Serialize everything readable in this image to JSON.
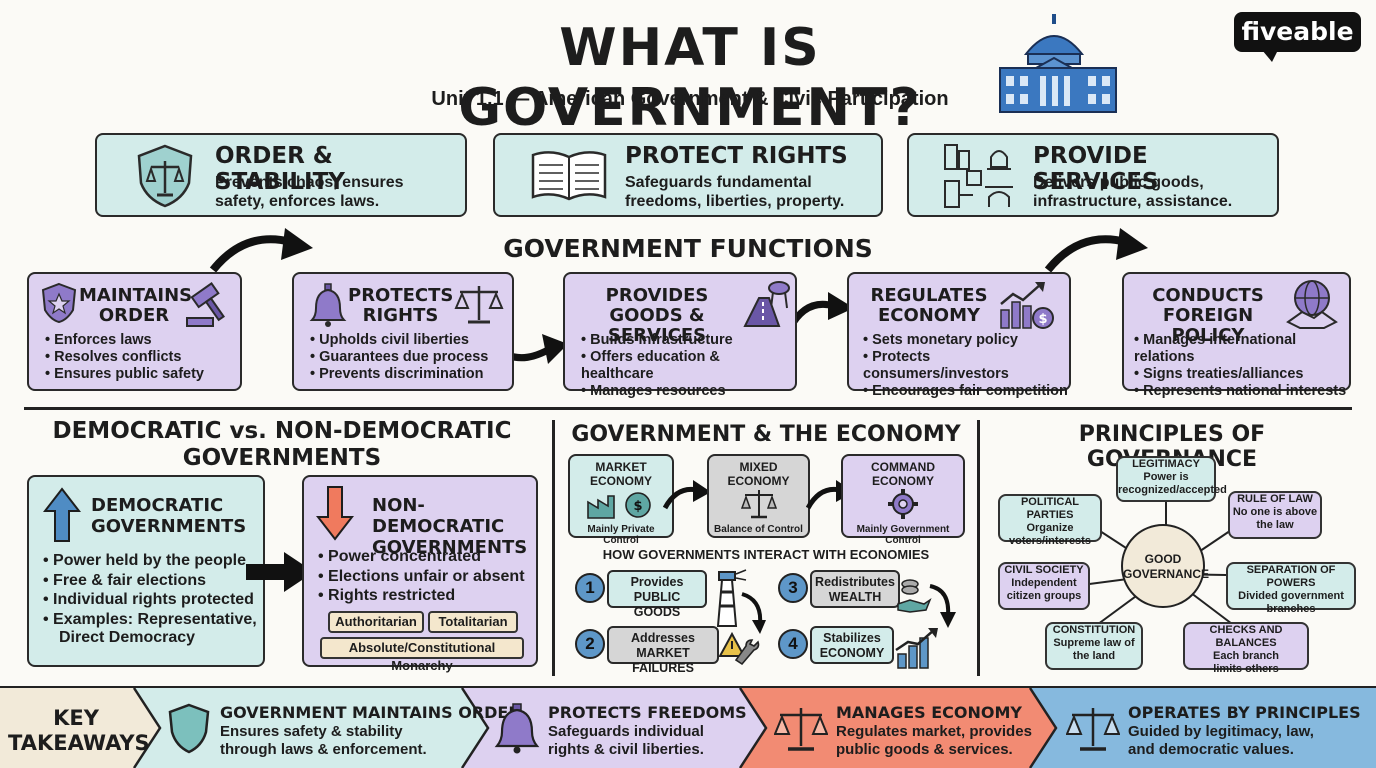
{
  "header": {
    "title": "WHAT IS GOVERNMENT?",
    "subtitle": "Unit 1.1 — American Government & Civic Participation",
    "logo": "fiveable"
  },
  "top_boxes": [
    {
      "title": "ORDER & STABILITY",
      "desc1": "Prevents chaos, ensures",
      "desc2": "safety, enforces laws."
    },
    {
      "title": "PROTECT RIGHTS",
      "desc1": "Safeguards fundamental",
      "desc2": "freedoms, liberties, property."
    },
    {
      "title": "PROVIDE SERVICES",
      "desc1": "Delivers public goods,",
      "desc2": "infrastructure, assistance."
    }
  ],
  "functions": {
    "heading": "GOVERNMENT FUNCTIONS",
    "items": [
      {
        "title1": "MAINTAINS",
        "title2": "ORDER",
        "bullets": [
          "Enforces laws",
          "Resolves conflicts",
          "Ensures public safety"
        ]
      },
      {
        "title1": "PROTECTS",
        "title2": "RIGHTS",
        "bullets": [
          "Upholds civil liberties",
          "Guarantees due process",
          "Prevents discrimination"
        ]
      },
      {
        "title1": "PROVIDES",
        "title2": "GOODS & SERVICES",
        "bullets": [
          "Builds infrastructure",
          "Offers education & healthcare",
          "Manages resources"
        ]
      },
      {
        "title1": "REGULATES",
        "title2": "ECONOMY",
        "bullets": [
          "Sets monetary policy",
          "Protects consumers/investors",
          "Encourages fair competition"
        ]
      },
      {
        "title1": "CONDUCTS",
        "title2": "FOREIGN POLICY",
        "bullets": [
          "Manages international relations",
          "Signs treaties/alliances",
          "Represents national interests"
        ]
      }
    ]
  },
  "democratic": {
    "heading1": "DEMOCRATIC vs. NON-DEMOCRATIC",
    "heading2": "GOVERNMENTS",
    "demo": {
      "title1": "DEMOCRATIC",
      "title2": "GOVERNMENTS",
      "bullets": [
        "Power held by the people",
        "Free & fair elections",
        "Individual rights protected",
        "Examples: Representative,"
      ],
      "extra": "Direct Democracy"
    },
    "nondemo": {
      "title1": "NON-DEMOCRATIC",
      "title2": "GOVERNMENTS",
      "bullets": [
        "Power concentrated",
        "Elections unfair or absent",
        "Rights restricted"
      ],
      "tags": [
        "Authoritarian",
        "Totalitarian",
        "Absolute/Constitutional Monarchy"
      ]
    }
  },
  "economy": {
    "heading": "GOVERNMENT & THE ECONOMY",
    "systems": [
      {
        "title1": "MARKET",
        "title2": "ECONOMY",
        "caption": "Mainly Private Control"
      },
      {
        "title1": "MIXED",
        "title2": "ECONOMY",
        "caption": "Balance of Control"
      },
      {
        "title1": "COMMAND",
        "title2": "ECONOMY",
        "caption": "Mainly Government Control"
      }
    ],
    "interact_heading": "HOW GOVERNMENTS INTERACT WITH ECONOMIES",
    "ways": [
      {
        "num": "1",
        "line1": "Provides",
        "line2": "PUBLIC GOODS"
      },
      {
        "num": "2",
        "line1": "Addresses",
        "line2": "MARKET FAILURES"
      },
      {
        "num": "3",
        "line1": "Redistributes",
        "line2": "WEALTH"
      },
      {
        "num": "4",
        "line1": "Stabilizes",
        "line2": "ECONOMY"
      }
    ]
  },
  "principles": {
    "heading": "PRINCIPLES OF GOVERNANCE",
    "center1": "GOOD",
    "center2": "GOVERNANCE",
    "nodes": [
      {
        "title": "LEGITIMACY",
        "l1": "Power is",
        "l2": "recognized/accepted"
      },
      {
        "title": "RULE OF LAW",
        "l1": "No one is above",
        "l2": "the law"
      },
      {
        "title": "SEPARATION OF POWERS",
        "l1": "Divided government",
        "l2": "branches"
      },
      {
        "title": "CHECKS AND BALANCES",
        "l1": "Each branch",
        "l2": "limits others"
      },
      {
        "title": "CONSTITUTION",
        "l1": "Supreme law of",
        "l2": "the land"
      },
      {
        "title": "CIVIL SOCIETY",
        "l1": "Independent",
        "l2": "citizen groups"
      },
      {
        "title": "POLITICAL PARTIES",
        "l1": "Organize",
        "l2": "voters/interests"
      }
    ]
  },
  "takeaways": {
    "label1": "KEY",
    "label2": "TAKEAWAYS",
    "items": [
      {
        "title": "GOVERNMENT MAINTAINS ORDER",
        "l1": "Ensures safety & stability",
        "l2": "through laws & enforcement."
      },
      {
        "title": "PROTECTS FREEDOMS",
        "l1": "Safeguards individual",
        "l2": "rights & civil liberties."
      },
      {
        "title": "MANAGES ECONOMY",
        "l1": "Regulates market, provides",
        "l2": "public goods & services."
      },
      {
        "title": "OPERATES BY PRINCIPLES",
        "l1": "Guided by legitimacy, law,",
        "l2": "and democratic values."
      }
    ]
  },
  "colors": {
    "teal": "#d3ecea",
    "purple": "#ddd1f0",
    "coral": "#f28b73",
    "blue": "#86b9de",
    "cream": "#f2ead9"
  }
}
